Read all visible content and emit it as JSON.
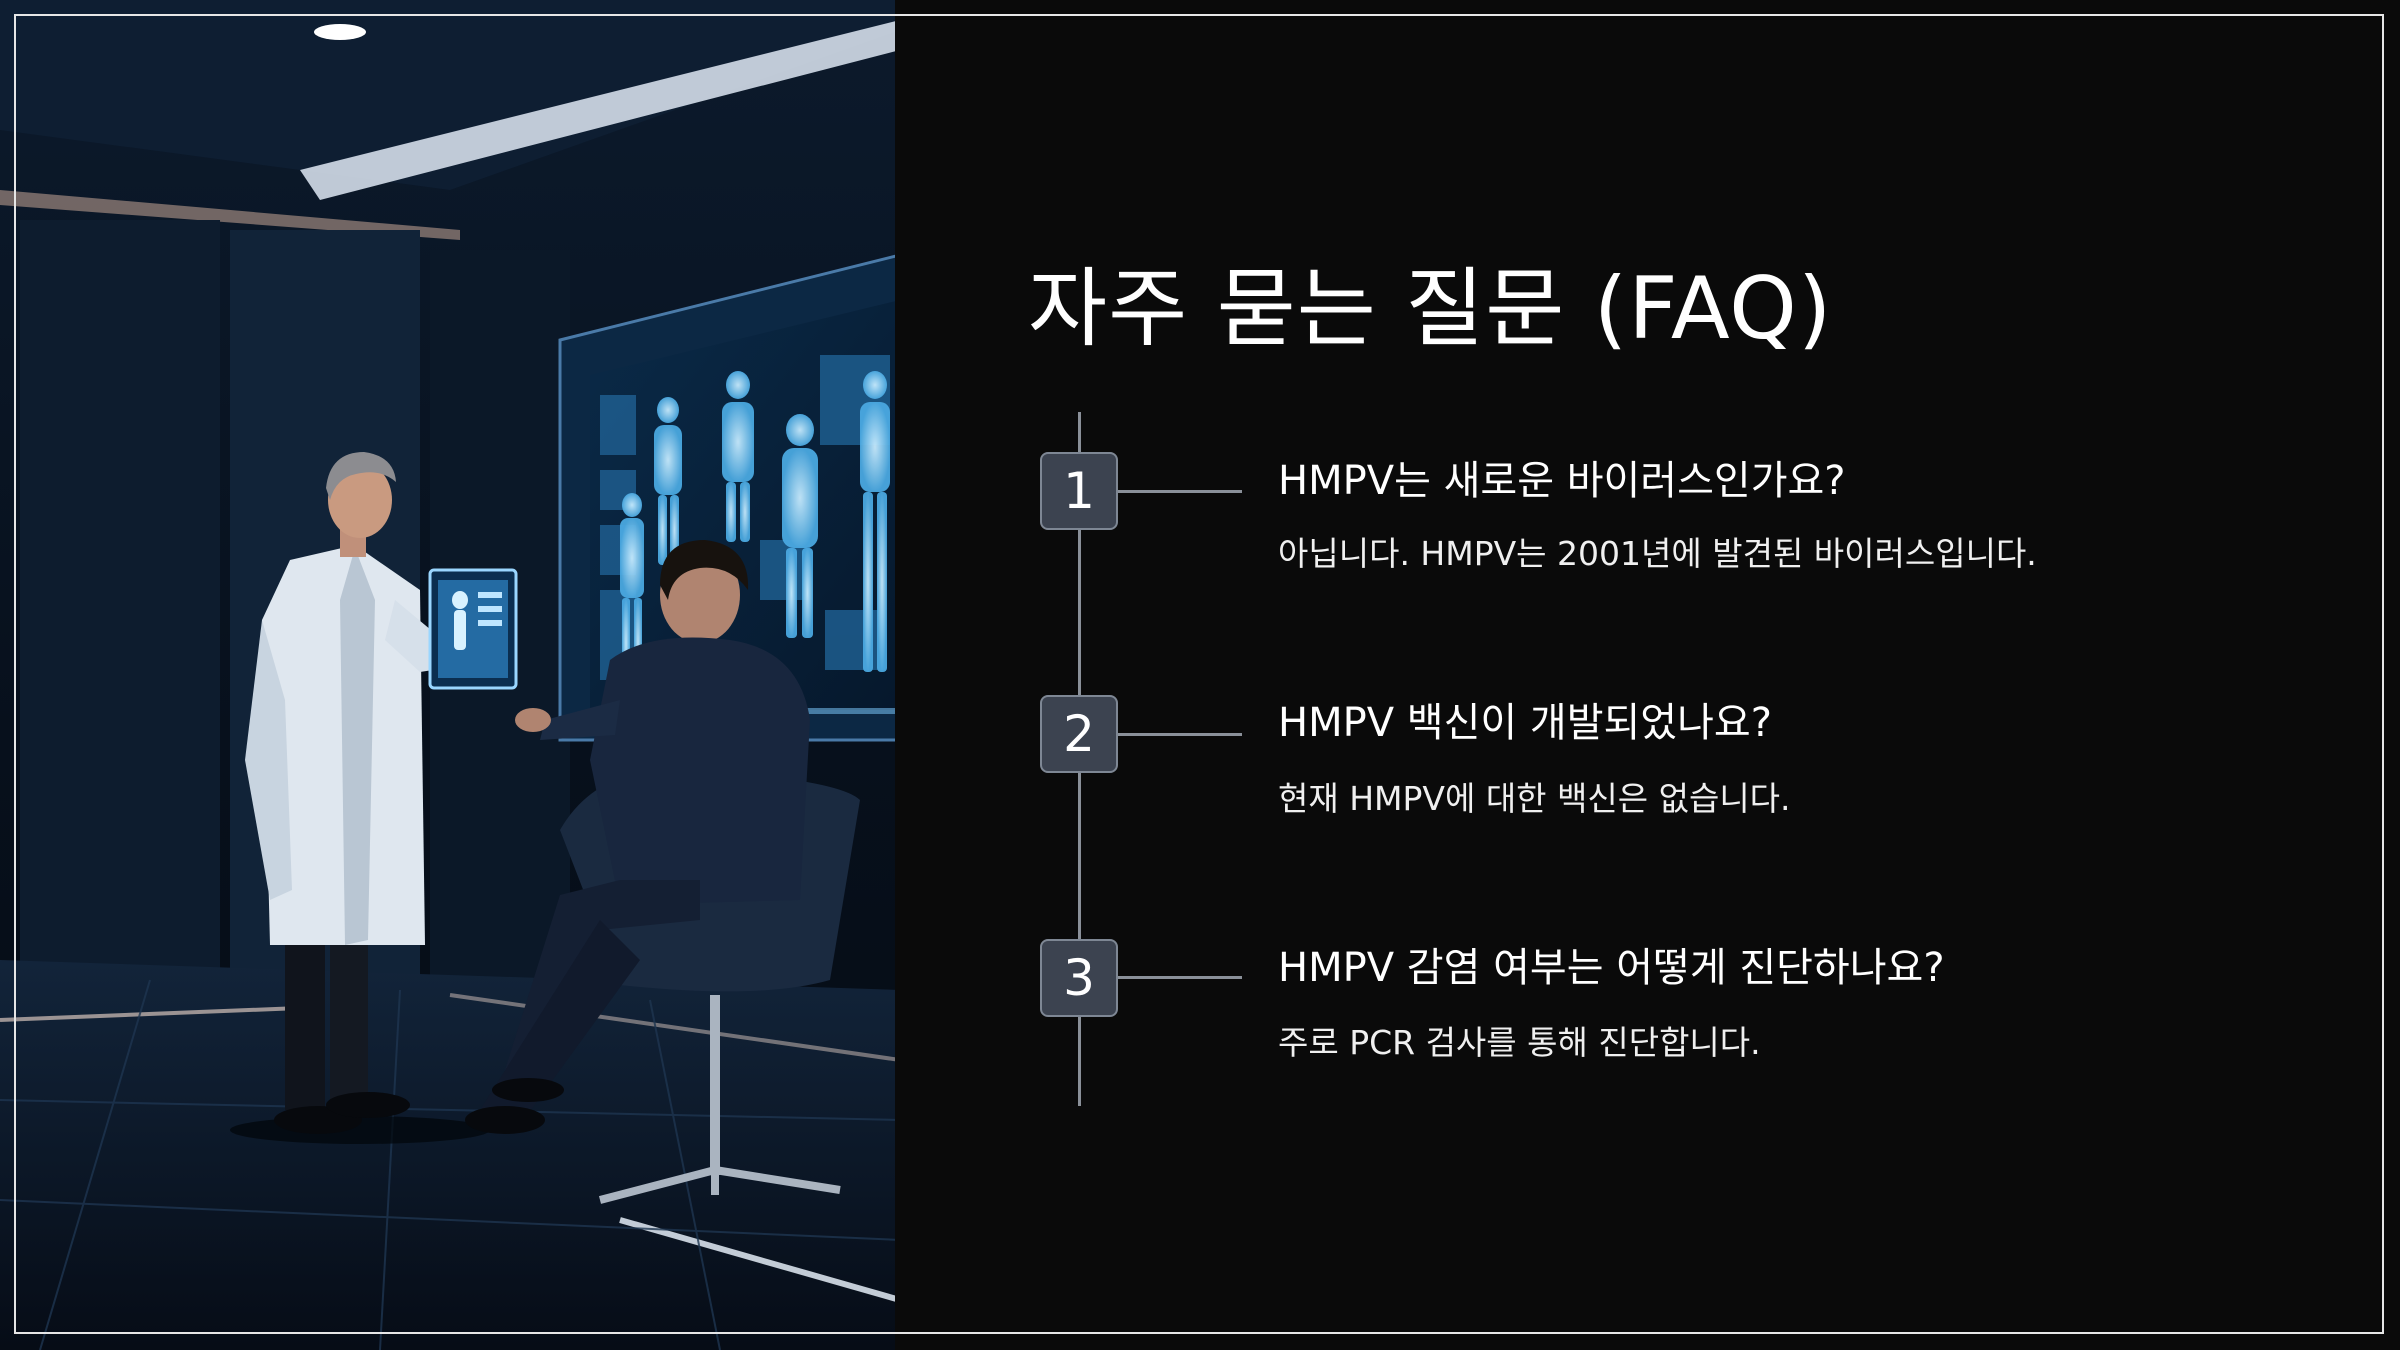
{
  "slide": {
    "title": "자주 묻는 질문 (FAQ)",
    "accent_line_color": "#8a9099",
    "badge_color": "#3c4350",
    "background_color": "#0a0a0a"
  },
  "faq": [
    {
      "number": "1",
      "question": "HMPV는 새로운 바이러스인가요?",
      "answer": "아닙니다. HMPV는 2001년에 발견된 바이러스입니다."
    },
    {
      "number": "2",
      "question": "HMPV 백신이 개발되었나요?",
      "answer": "현재 HMPV에 대한 백신은 없습니다."
    },
    {
      "number": "3",
      "question": "HMPV 감염 여부는 어떻게 진단하나요?",
      "answer": "주로 PCR 검사를 통해 진단합니다."
    }
  ]
}
